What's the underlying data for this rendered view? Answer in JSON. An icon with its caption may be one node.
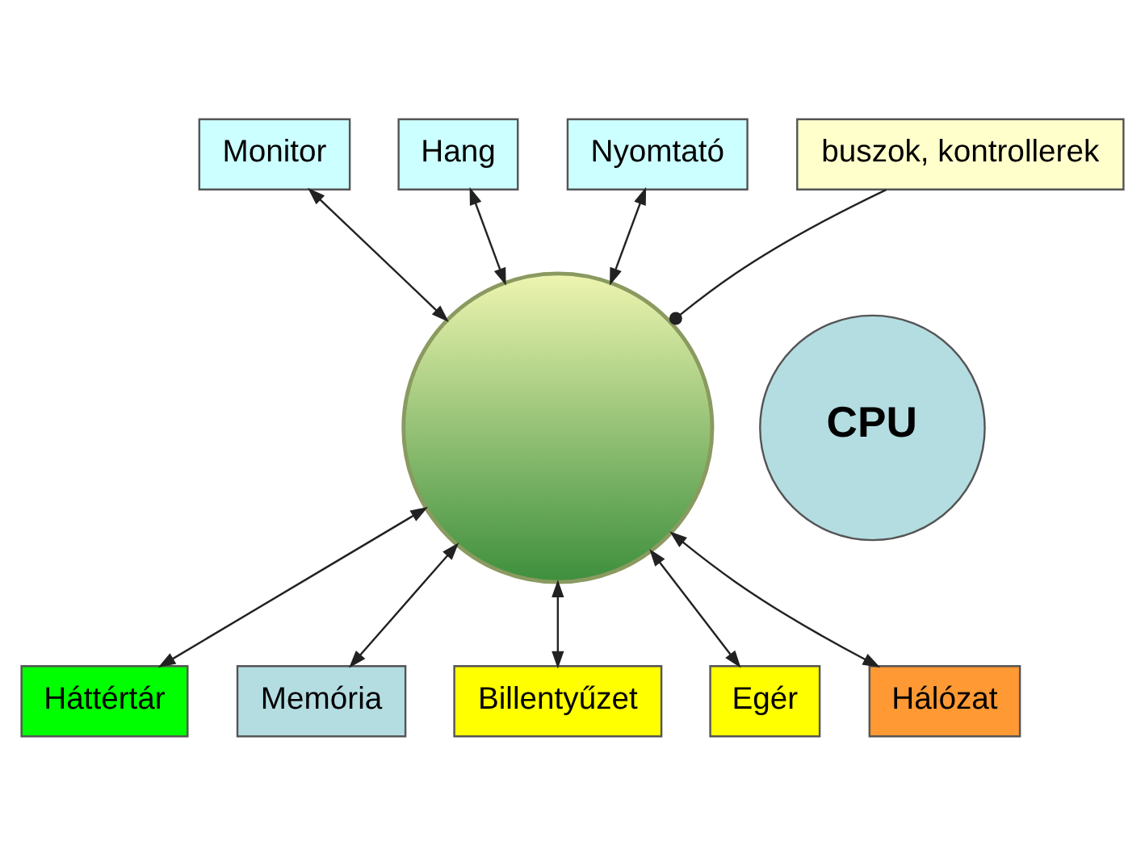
{
  "diagram": {
    "nodes": [
      {
        "text": [],
        "shape": "circle"
      },
      {
        "text": [
          "CPU"
        ]
      },
      {
        "text": [
          "Monitor"
        ]
      },
      {
        "text": [
          "Hang"
        ]
      },
      {
        "text": [
          "Nyomtató"
        ]
      },
      {
        "text": [
          "Háttértár"
        ]
      },
      {
        "text": [
          "Memória"
        ]
      },
      {
        "text": [
          "Billentyűzet"
        ]
      },
      {
        "text": [
          "Egér"
        ]
      },
      {
        "text": [
          "Hálózat"
        ]
      },
      {
        "text": [
          "buszok, kontrollerek"
        ]
      }
    ],
    "edges": [
      {
        "from": 0,
        "to": 2,
        "arrow": "both"
      },
      {
        "from": 0,
        "to": 3,
        "arrow": "both"
      },
      {
        "from": 0,
        "to": 4,
        "arrow": "both"
      },
      {
        "from": 0,
        "to": 5,
        "arrow": "both"
      },
      {
        "from": 0,
        "to": 6,
        "arrow": "both"
      },
      {
        "from": 0,
        "to": 7,
        "arrow": "both"
      },
      {
        "from": 0,
        "to": 8,
        "arrow": "both"
      },
      {
        "from": 0,
        "to": 9,
        "arrow": "both"
      },
      {
        "from": 10,
        "to": 0,
        "arrow": "other"
      }
    ]
  }
}
